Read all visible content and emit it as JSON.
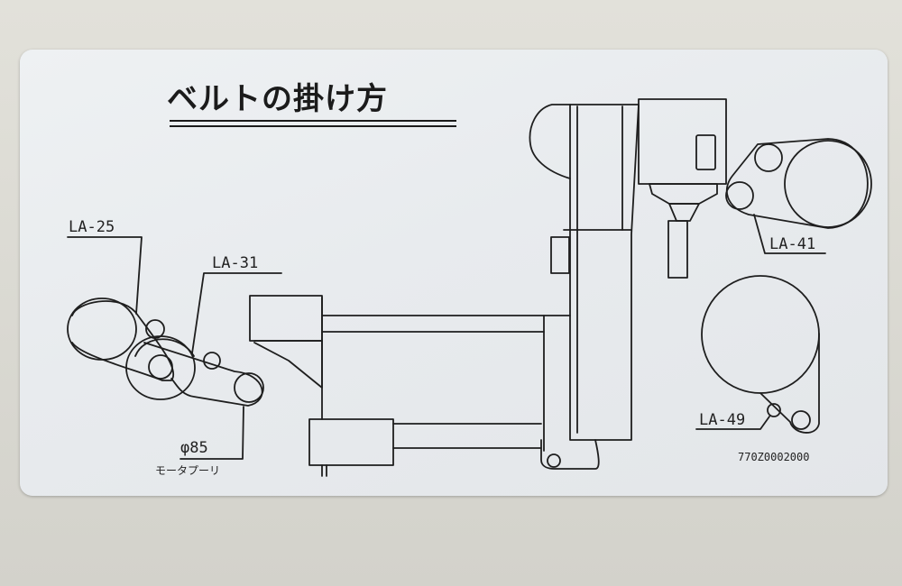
{
  "title": "ベルトの掛け方",
  "labels": {
    "la25": "LA-25",
    "la31": "LA-31",
    "la41": "LA-41",
    "la49": "LA-49",
    "phi85": "φ85",
    "motor_pulley": "モータプーリ",
    "part_number": "770Z0002000"
  }
}
